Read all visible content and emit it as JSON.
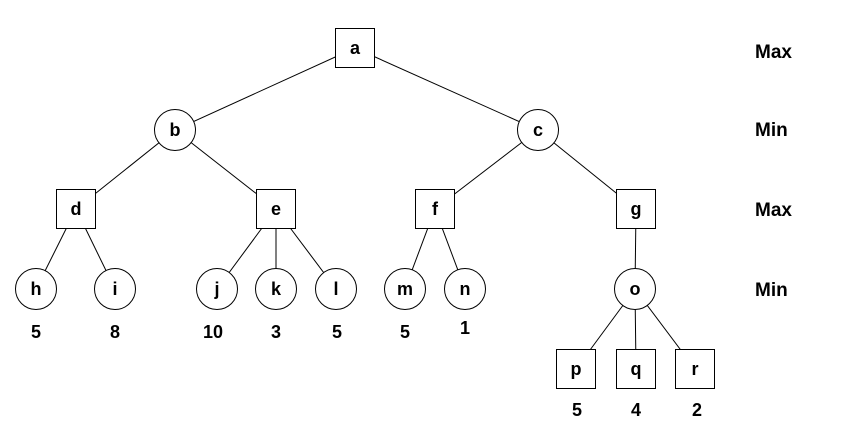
{
  "tree": {
    "level_labels": [
      "Max",
      "Min",
      "Max",
      "Min"
    ],
    "nodes": {
      "a": {
        "label": "a",
        "shape": "square",
        "level": "Max"
      },
      "b": {
        "label": "b",
        "shape": "circle",
        "level": "Min"
      },
      "c": {
        "label": "c",
        "shape": "circle",
        "level": "Min"
      },
      "d": {
        "label": "d",
        "shape": "square",
        "level": "Max"
      },
      "e": {
        "label": "e",
        "shape": "square",
        "level": "Max"
      },
      "f": {
        "label": "f",
        "shape": "square",
        "level": "Max"
      },
      "g": {
        "label": "g",
        "shape": "square",
        "level": "Max"
      },
      "h": {
        "label": "h",
        "shape": "circle",
        "level": "Min",
        "value": "5"
      },
      "i": {
        "label": "i",
        "shape": "circle",
        "level": "Min",
        "value": "8"
      },
      "j": {
        "label": "j",
        "shape": "circle",
        "level": "Min",
        "value": "10"
      },
      "k": {
        "label": "k",
        "shape": "circle",
        "level": "Min",
        "value": "3"
      },
      "l": {
        "label": "l",
        "shape": "circle",
        "level": "Min",
        "value": "5"
      },
      "m": {
        "label": "m",
        "shape": "circle",
        "level": "Min",
        "value": "5"
      },
      "n": {
        "label": "n",
        "shape": "circle",
        "level": "Min",
        "value": "1"
      },
      "o": {
        "label": "o",
        "shape": "circle",
        "level": "Min"
      },
      "p": {
        "label": "p",
        "shape": "square",
        "value": "5"
      },
      "q": {
        "label": "q",
        "shape": "square",
        "value": "4"
      },
      "r": {
        "label": "r",
        "shape": "square",
        "value": "2"
      }
    },
    "edges": [
      "a-b",
      "a-c",
      "b-d",
      "b-e",
      "c-f",
      "c-g",
      "d-h",
      "d-i",
      "e-j",
      "e-k",
      "e-l",
      "f-m",
      "f-n",
      "g-o",
      "o-p",
      "o-q",
      "o-r"
    ]
  }
}
